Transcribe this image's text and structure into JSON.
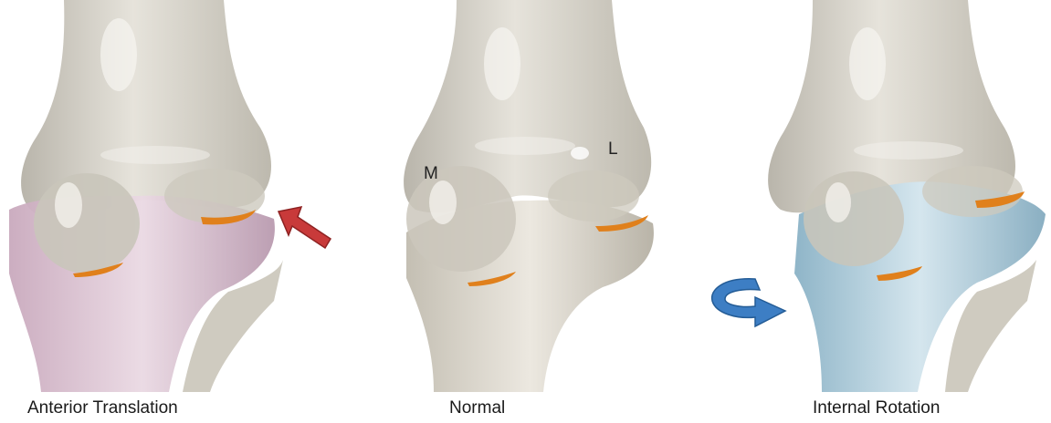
{
  "figure": {
    "panels": [
      {
        "caption": "Anterior Translation",
        "tibia_tint": "#dcc3d3",
        "arrow": "red-push-arrow",
        "arrow_color": "#c83a3a"
      },
      {
        "caption": "Normal",
        "tibia_tint": "#e4dfd4",
        "labels": {
          "medial": "M",
          "lateral": "L"
        }
      },
      {
        "caption": "Internal Rotation",
        "tibia_tint": "#b7d0dc",
        "arrow": "blue-rotation-arrow",
        "arrow_color": "#3d7ec4"
      }
    ],
    "colors": {
      "femur": "#d8d4c9",
      "meniscus": "#e0801c",
      "background": "#ffffff"
    }
  }
}
